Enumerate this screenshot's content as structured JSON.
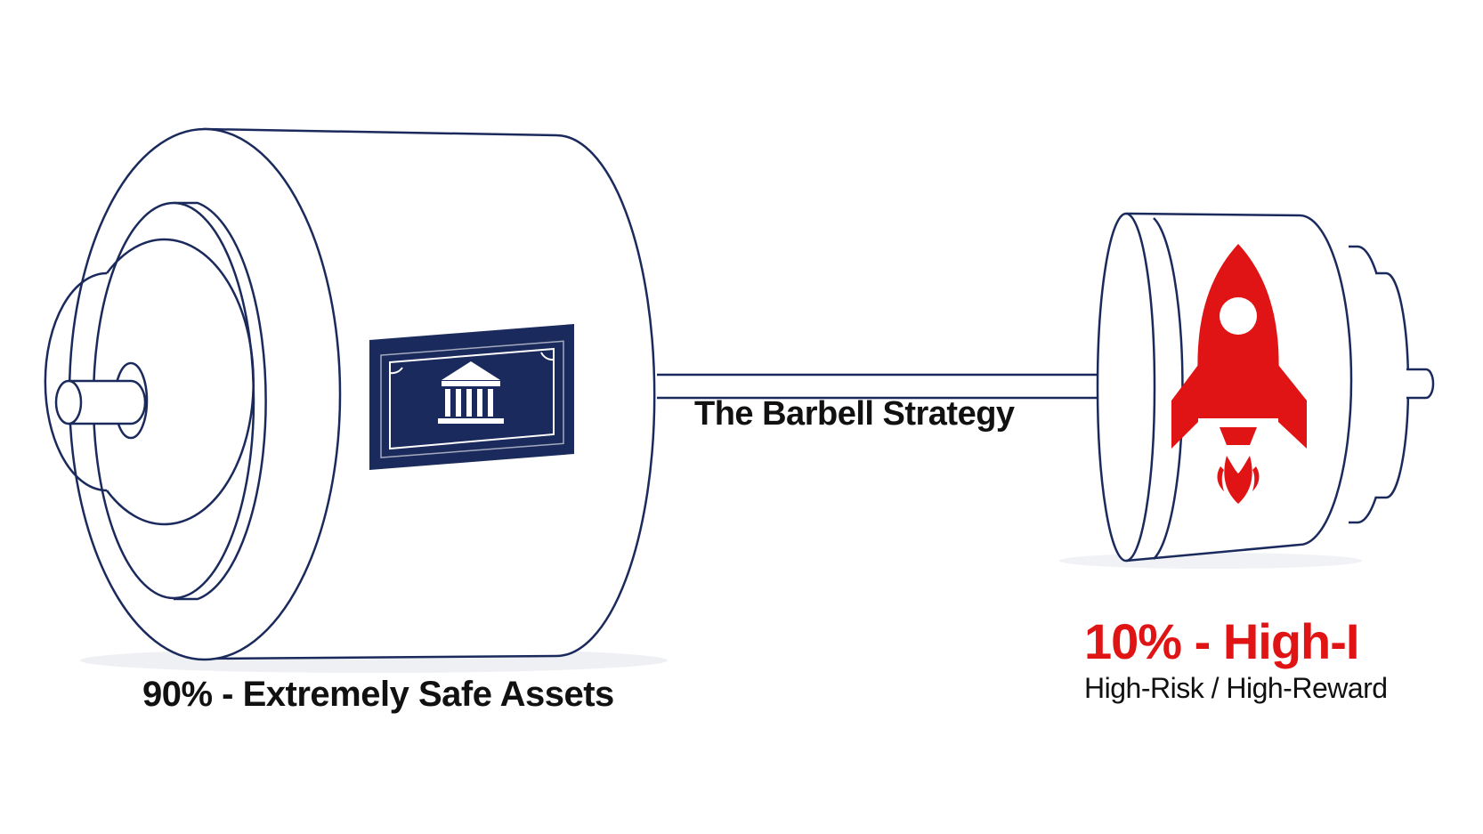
{
  "labels": {
    "title": "The Barbell Strategy",
    "left_allocation": "90% - Extremely Safe Assets",
    "right_allocation_headline": "10% - High-I",
    "right_allocation_subtitle": "High-Risk / High-Reward"
  },
  "icons": {
    "left_plate_emblem": "bank-building-icon",
    "right_plate_emblem": "rocket-icon"
  },
  "colors": {
    "outline": "#1b2a5c",
    "safe_badge": "#1b2a5c",
    "risk_accent": "#e01414",
    "text_dark": "#111111",
    "background": "#ffffff"
  }
}
